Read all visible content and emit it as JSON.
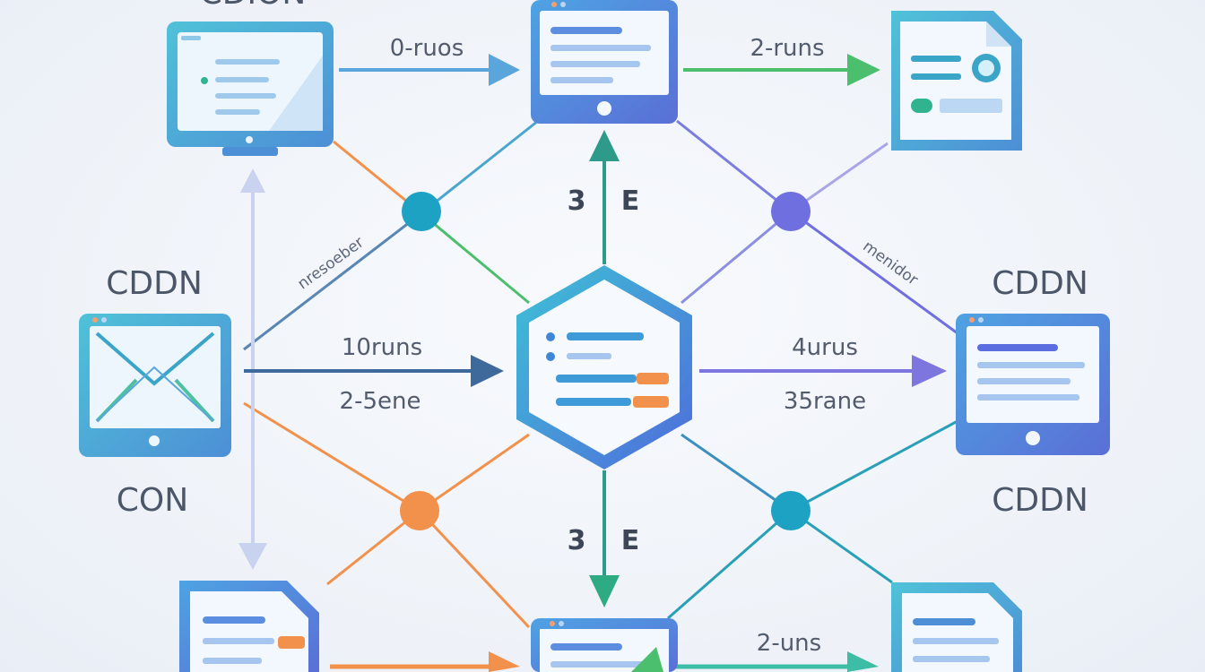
{
  "diagram": {
    "top_cut_label": "CDION",
    "left_group_label_top": "CDDN",
    "left_group_label_bottom": "CON",
    "right_group_label_top": "CDDN",
    "right_group_label_bottom": "CDDN",
    "edge_top_left": "0-ruos",
    "edge_top_right": "2-runs",
    "edge_mid_left_1": "10runs",
    "edge_mid_left_2": "2-5ene",
    "edge_mid_right_1": "4urus",
    "edge_mid_right_2": "35rane",
    "edge_bottom_right": "2-uns",
    "center_up_num": "3",
    "center_up_letter": "E",
    "center_down_num": "3",
    "center_down_letter": "E",
    "diag_left_text": "nresoeber",
    "diag_right_text": "menidor",
    "colors": {
      "teal": "#1ea2c4",
      "violet": "#6f6fe0",
      "orange": "#f2914c",
      "green": "#4cbf6e",
      "navy": "#3d6a9a",
      "slate": "#5a86b4"
    }
  }
}
